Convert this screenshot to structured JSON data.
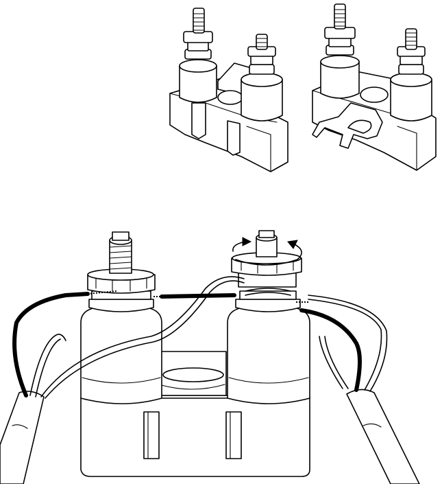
{
  "figure": {
    "panels": [
      {
        "id": "terminal-block-with-lug-up",
        "icon": "terminal-block-icon"
      },
      {
        "id": "terminal-block-with-fork-lug",
        "icon": "terminal-block-icon"
      },
      {
        "id": "wiring-detail",
        "icon": "wire-connection-icon"
      }
    ],
    "arrow_icon": "rotation-arrow-icon"
  }
}
